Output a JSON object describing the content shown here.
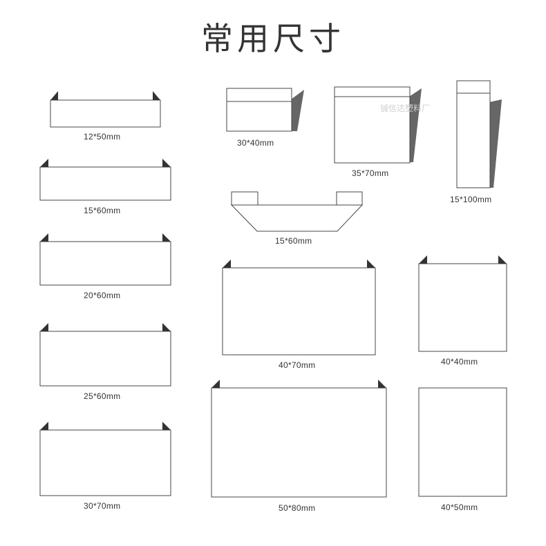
{
  "header": {
    "title": "常用尺寸"
  },
  "watermark": "铖信达塑料厂",
  "sizes": {
    "s12x50": "12*50mm",
    "s15x60": "15*60mm",
    "s20x60": "20*60mm",
    "s25x60": "25*60mm",
    "s30x70": "30*70mm",
    "s30x40": "30*40mm",
    "s35x70": "35*70mm",
    "s15x100": "15*100mm",
    "s15x60b": "15*60mm",
    "s40x70": "40*70mm",
    "s40x40": "40*40mm",
    "s50x80": "50*80mm",
    "s40x50": "40*50mm"
  },
  "colors": {
    "line": "#444444",
    "tab": "#333333",
    "shadow": "#666666",
    "title": "#333333"
  }
}
